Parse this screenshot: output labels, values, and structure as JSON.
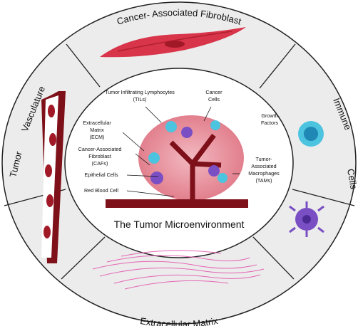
{
  "diagram": {
    "title": "The Tumor Microenvironment",
    "sections": {
      "top": "Cancer- Associated Fibroblast",
      "left_a": "Tumor",
      "left_b": "Vasculature",
      "right_a": "Immune",
      "right_b": "Cells",
      "bottom": "Extracellular Matrix"
    },
    "labels": {
      "til_1": "Tumor Infiltrating Lymphocytes",
      "til_2": "(TILs)",
      "cancer_1": "Cancer",
      "cancer_2": "Cells",
      "growth_1": "Growth",
      "growth_2": "Factors",
      "ecm_1": "Extracellular",
      "ecm_2": "Matrix",
      "ecm_3": "(ECM)",
      "caf_1": "Cancer-Associated",
      "caf_2": "Fibroblast",
      "caf_3": "(CAFs)",
      "epi": "Epithelial Cells",
      "rbc": "Red Blood Cell",
      "tam_1": "Tumor-",
      "tam_2": "Associated",
      "tam_3": "Macrophages",
      "tam_4": "(TAMs)"
    },
    "colors": {
      "ring": "#ececec",
      "vessel": "#8b1a24",
      "fibroblast": "#d8344a",
      "lymphocyte": "#4cc3df",
      "macrophage": "#7a4fc4",
      "ecm_fiber": "#e466b4",
      "tumor_mass": "#e79aa4"
    }
  }
}
